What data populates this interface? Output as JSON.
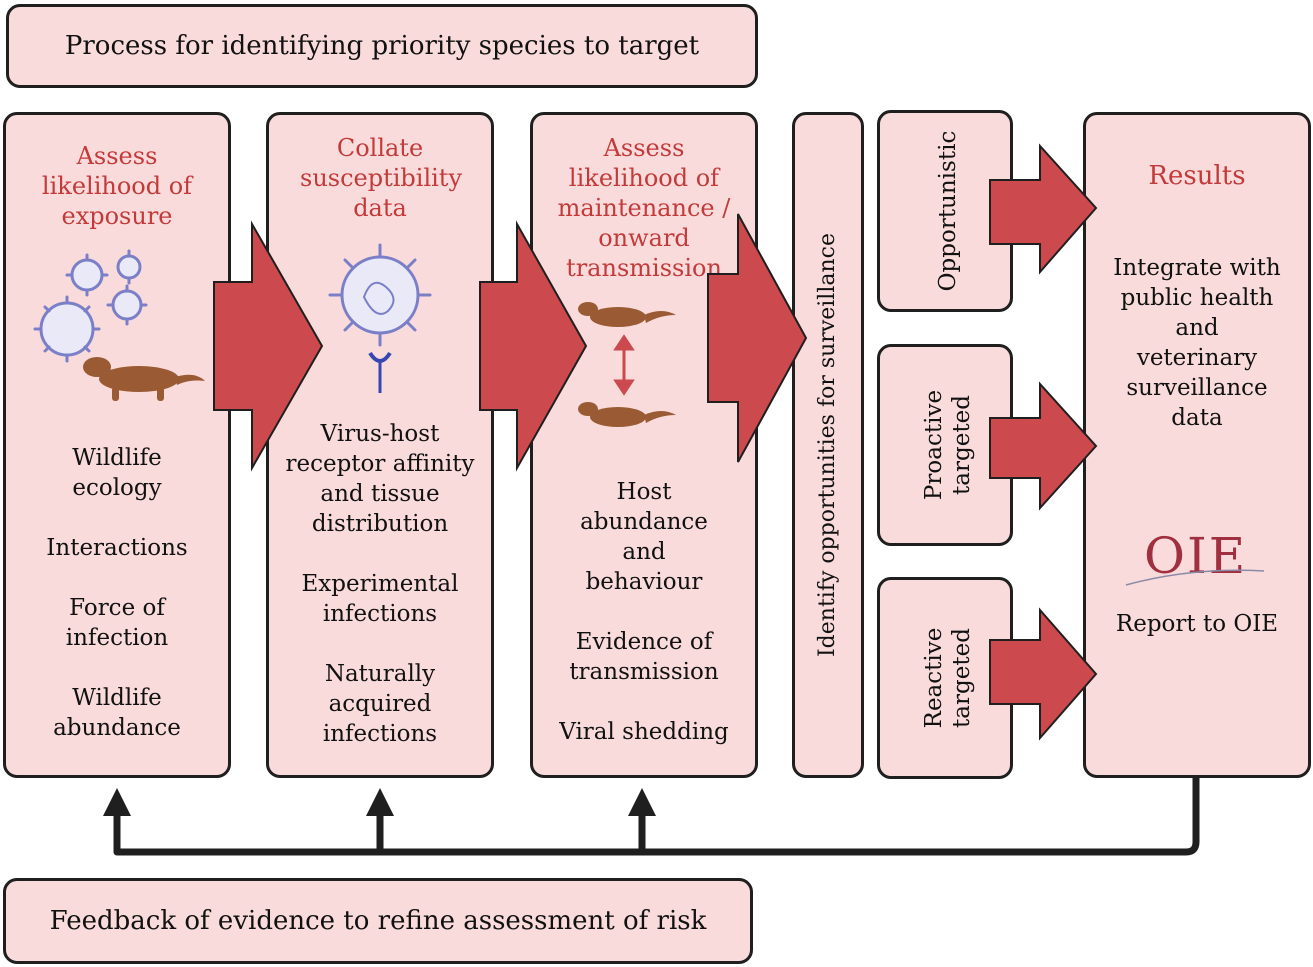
{
  "top_banner": "Process for identifying priority species to target",
  "bottom_banner": "Feedback of evidence to refine assessment of risk",
  "col1": {
    "heading": "Assess likelihood of exposure",
    "items": [
      "Wildlife ecology",
      "Interactions",
      "Force of infection",
      "Wildlife abundance"
    ]
  },
  "col2": {
    "heading": "Collate susceptibility data",
    "items": [
      "Virus-host receptor affinity and tissue distribution",
      "Experimental infections",
      "Naturally acquired infections"
    ]
  },
  "col3": {
    "heading": "Assess likelihood of maintenance / onward transmission",
    "items": [
      "Host abundance and behaviour",
      "Evidence of transmission",
      "Viral shedding"
    ]
  },
  "col4": {
    "label": "Identify opportunities for surveillance"
  },
  "surveillance": {
    "opportunistic": "Opportunistic",
    "proactive": [
      "Proactive",
      "targeted"
    ],
    "reactive": [
      "Reactive",
      "targeted"
    ]
  },
  "results": {
    "heading": "Results",
    "text": "Integrate with public health and veterinary surveillance data",
    "logo": "OIE",
    "report": "Report to OIE"
  },
  "colors": {
    "box_fill": "#f9dbdb",
    "arrow_fill": "#cc4a4d",
    "heading": "#c23a3a",
    "virus": "#7b7fc8",
    "ferret": "#9a5a33"
  },
  "icons": [
    "virus-icon",
    "ferret-icon",
    "receptor-icon",
    "double-arrow-icon"
  ]
}
